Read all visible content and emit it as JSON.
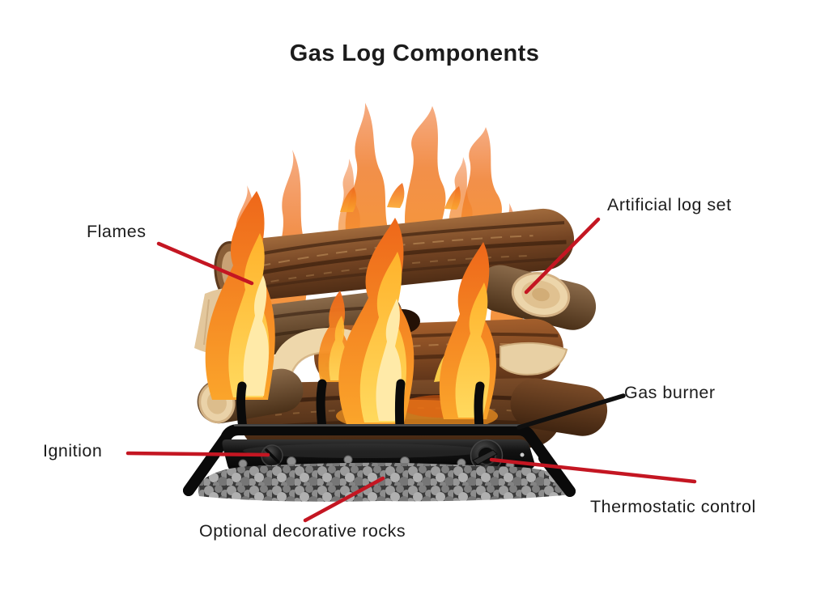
{
  "title": "Gas Log Components",
  "labels": [
    {
      "id": "flames",
      "text": "Flames"
    },
    {
      "id": "artificial-log-set",
      "text": "Artificial log set"
    },
    {
      "id": "gas-burner",
      "text": "Gas burner"
    },
    {
      "id": "ignition",
      "text": "Ignition"
    },
    {
      "id": "thermostatic-control",
      "text": "Thermostatic control"
    },
    {
      "id": "optional-decorative-rocks",
      "text": "Optional decorative rocks"
    }
  ],
  "colors": {
    "background": "#ffffff",
    "text": "#1c1c1c",
    "leader_red": "#c41622",
    "leader_black": "#0f0f0f",
    "flame_orange": "#f5821f",
    "flame_yellow": "#ffc833",
    "flame_core": "#ffe9a6",
    "log_brown": "#7a4a28",
    "log_cut_cream": "#e9d2a7",
    "rock_gray": "#8e8e8e",
    "metal_black": "#0d0d0d"
  }
}
